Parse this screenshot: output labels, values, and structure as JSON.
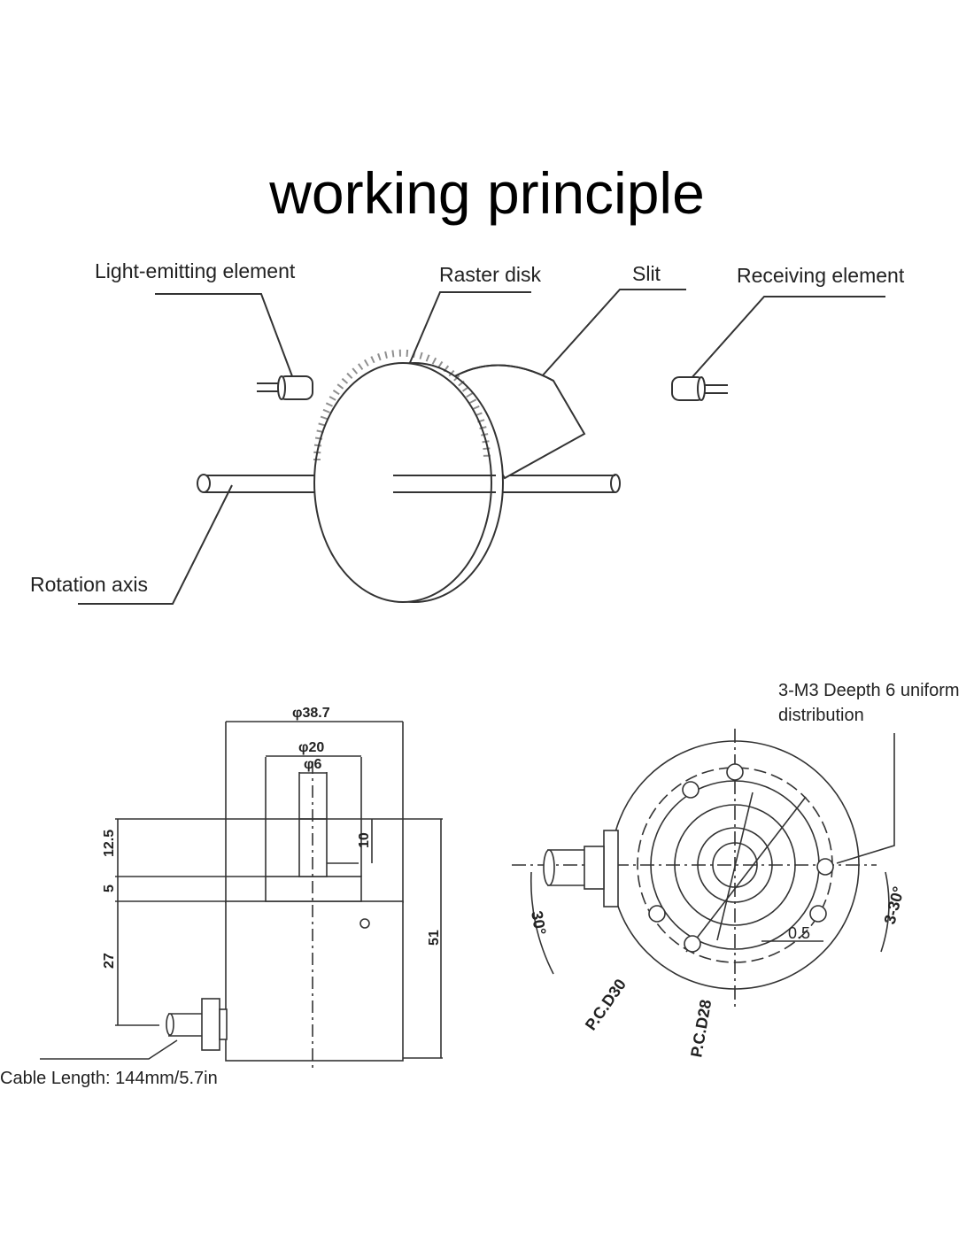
{
  "title": "working principle",
  "labels": {
    "light_emitting": "Light-emitting element",
    "raster_disk": "Raster disk",
    "slit": "Slit",
    "receiving": "Receiving element",
    "rotation_axis": "Rotation axis",
    "holes_note_line1": "3-M3 Deepth 6 uniform",
    "holes_note_line2": "distribution",
    "cable_length": "Cable Length: 144mm/5.7in"
  },
  "side_view_dims": {
    "outer_diameter": "φ38.7",
    "flange_diameter": "φ20",
    "shaft_diameter": "φ6",
    "shaft_length": "12.5",
    "flat_length": "10",
    "flange_height": "5",
    "body_to_cable": "27",
    "total_height": "51"
  },
  "front_view_dims": {
    "angle_left": "30°",
    "angle_right": "3-30°",
    "pcd_outer": "P.C.D30",
    "pcd_inner": "P.C.D28",
    "hole_dia": "0.5"
  }
}
